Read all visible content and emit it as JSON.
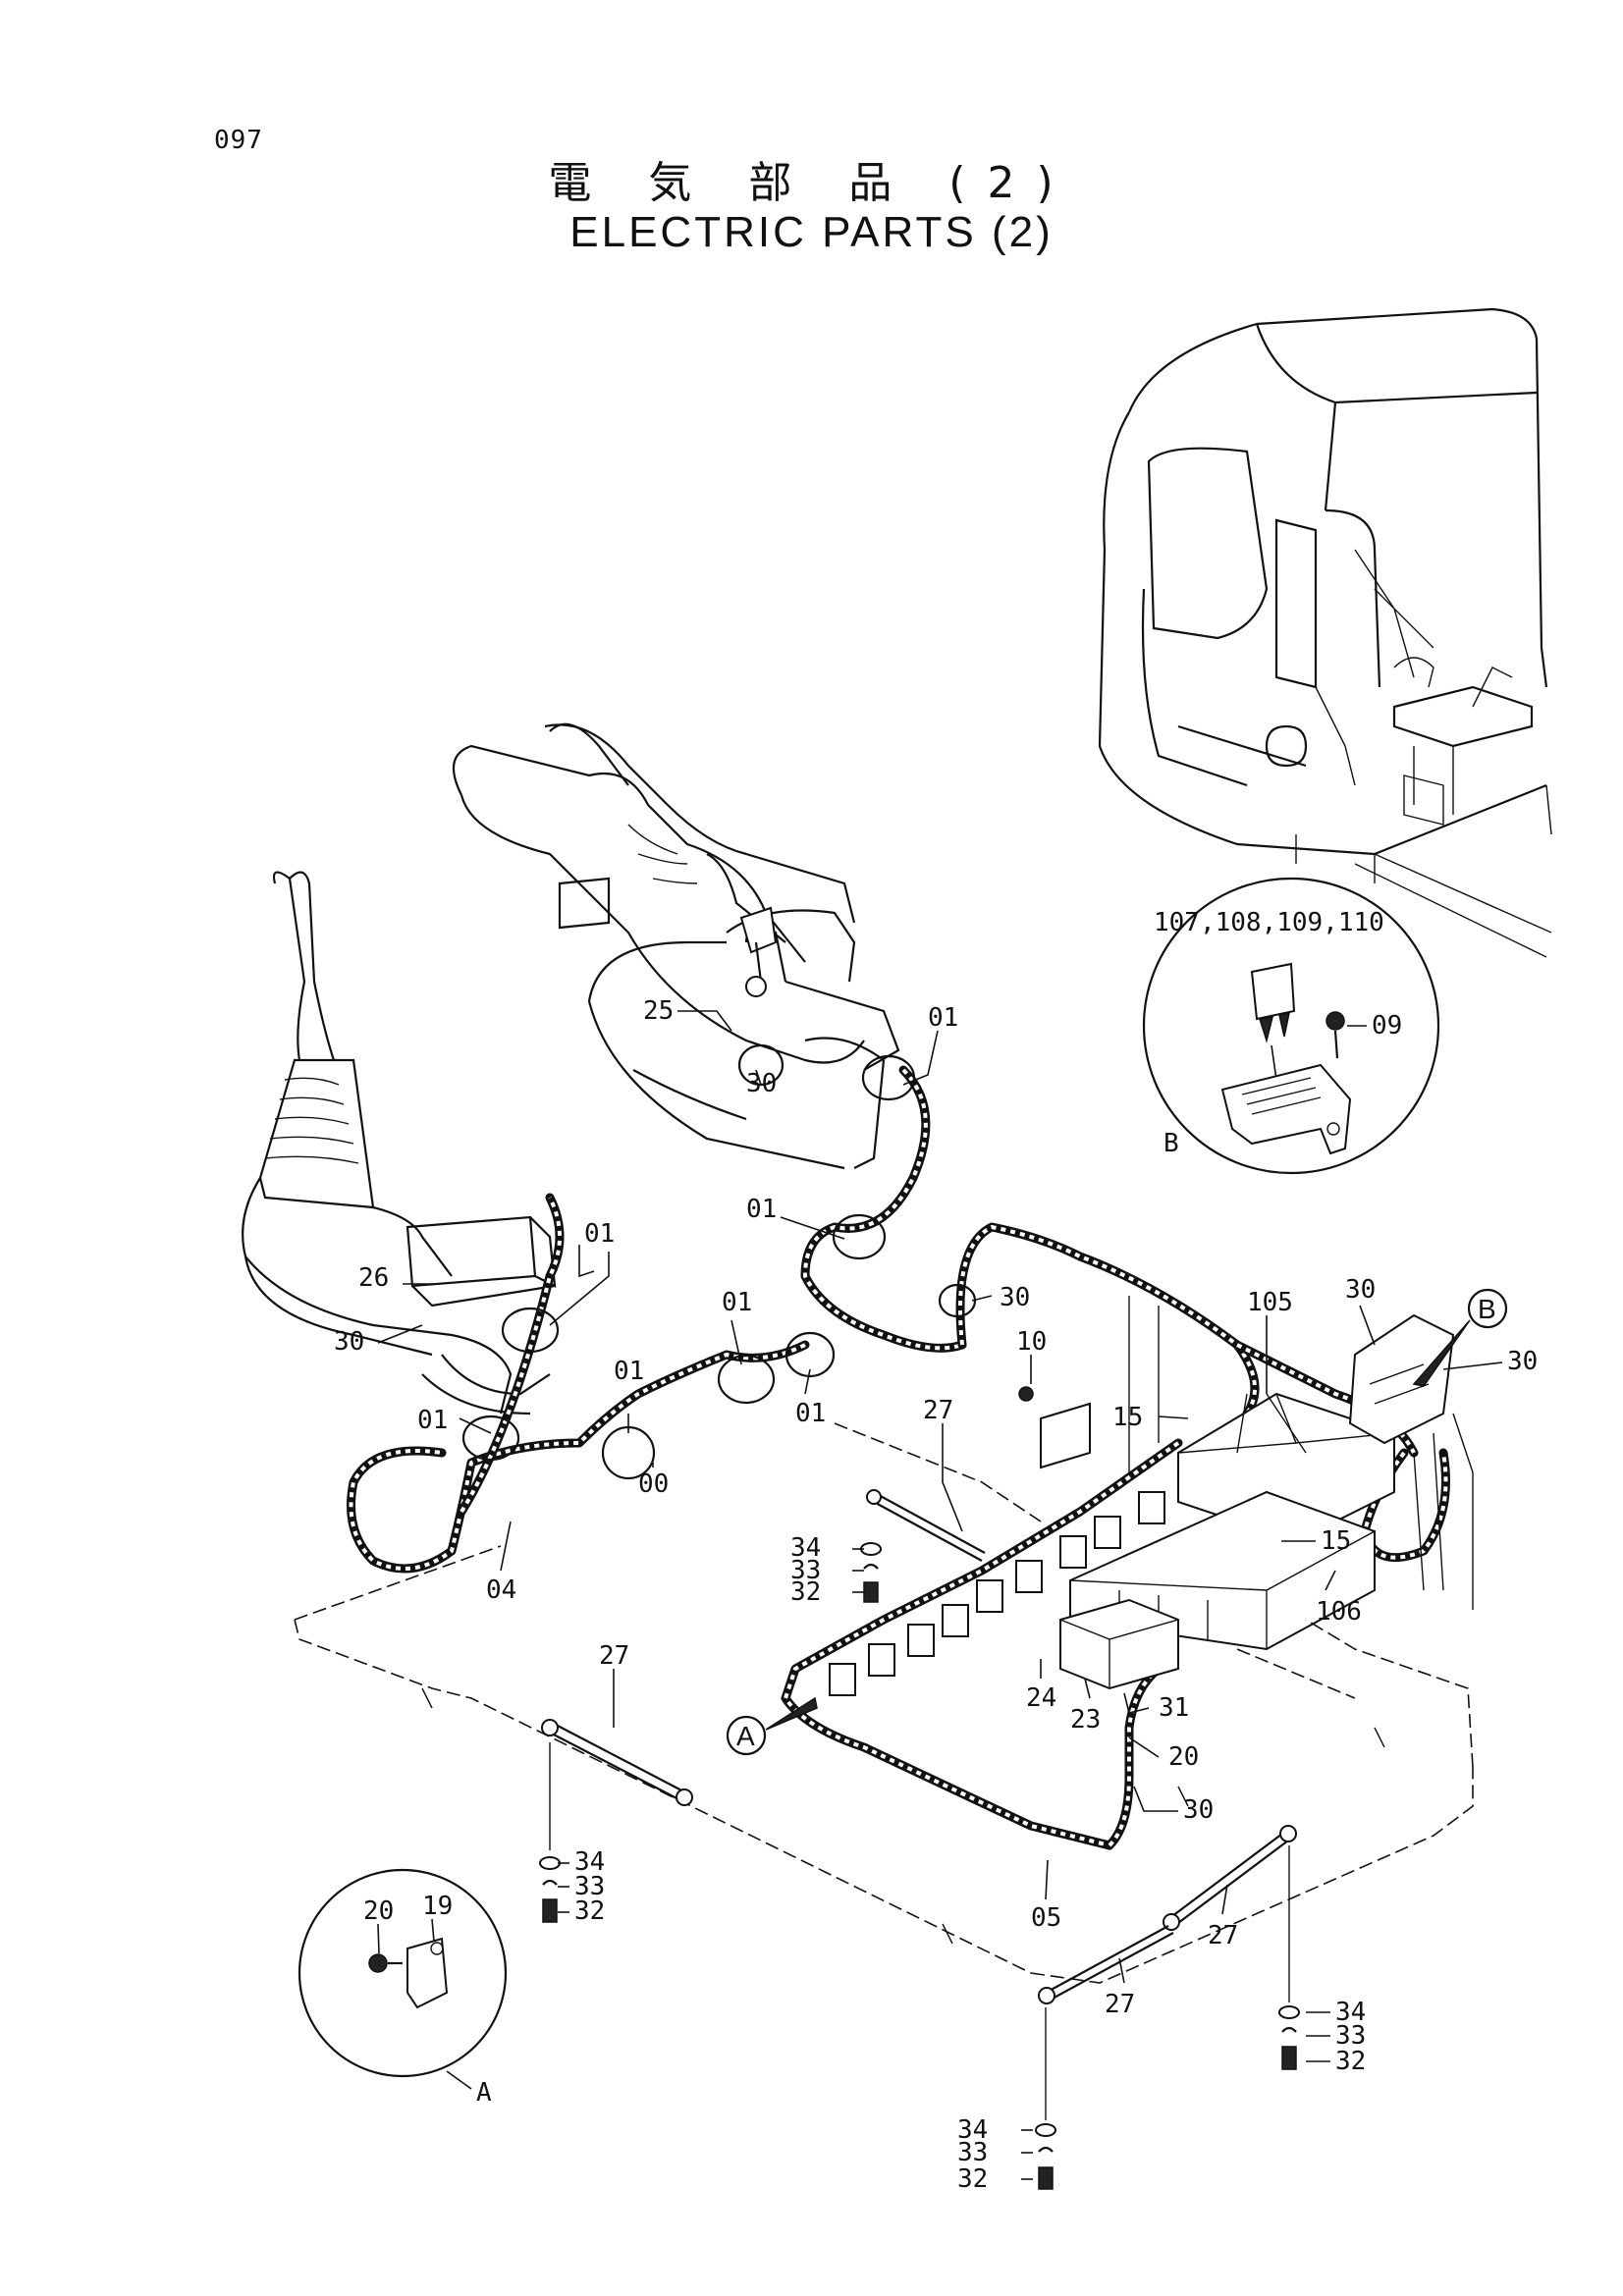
{
  "page_number": "097",
  "title_jp": "電 気 部 品 (2)",
  "title_en": "ELECTRIC PARTS (2)",
  "detail_views": {
    "b": {
      "parts_label": "107,108,109,110",
      "view_letter": "B"
    },
    "a": {
      "view_letter": "A"
    }
  },
  "callouts": {
    "p25": "25",
    "p01a": "01",
    "p30a": "30",
    "p01b": "01",
    "p26": "26",
    "p30b": "30",
    "p01c": "01",
    "p01d": "01",
    "p01e": "01",
    "p30c": "30",
    "p01f": "01",
    "p01g": "01",
    "p00": "00",
    "p04": "04",
    "p10": "10",
    "p27a": "27",
    "p15a": "15",
    "p105": "105",
    "p30d": "30",
    "p30e": "30",
    "p15b": "15",
    "p106": "106",
    "p34a": "34",
    "p33a": "33",
    "p32a": "32",
    "p24": "24",
    "p23": "23",
    "p31": "31",
    "p20a": "20",
    "p30f": "30",
    "p27b": "27",
    "p34b": "34",
    "p33b": "33",
    "p32b": "32",
    "p05": "05",
    "p27c": "27",
    "p27d": "27",
    "p34c": "34",
    "p33c": "33",
    "p32c": "32",
    "p34d": "34",
    "p33d": "33",
    "p32d": "32",
    "p09": "09",
    "p20b": "20",
    "p19": "19"
  },
  "circle_markers": {
    "a": "A",
    "b": "B"
  }
}
